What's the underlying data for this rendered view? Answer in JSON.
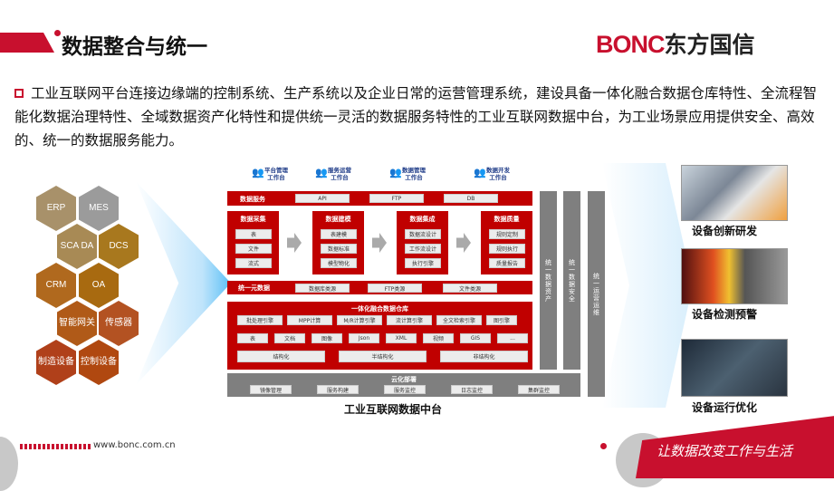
{
  "header": {
    "title": "数据整合与统一",
    "logo_brand": "BONC",
    "logo_cn": "东方国信"
  },
  "intro": "工业互联网平台连接边缘端的控制系统、生产系统以及企业日常的运营管理系统，建设具备一体化融合数据仓库特性、全流程智能化数据治理特性、全域数据资产化特性和提供统一灵活的数据服务特性的工业互联网数据中台，为工业场景应用提供安全、高效的、统一的数据服务能力。",
  "sources": [
    "ERP",
    "MES",
    "SCA DA",
    "DCS",
    "CRM",
    "OA",
    "智能网关",
    "传感器",
    "制造设备",
    "控制设备"
  ],
  "source_colors": [
    "#a8916a",
    "#9b9b9b",
    "#a88a55",
    "#a8781e",
    "#b0691e",
    "#a86a10",
    "#b05a18",
    "#b35222",
    "#b0401a",
    "#b04810"
  ],
  "roles": [
    "平台管理工作台",
    "服务运营工作台",
    "数据管理工作台",
    "数据开发工作台"
  ],
  "data_service": {
    "label": "数据服务",
    "items": [
      "API",
      "FTP",
      "DB"
    ]
  },
  "modules": [
    {
      "title": "数据采集",
      "items": [
        "表",
        "文件",
        "流式"
      ]
    },
    {
      "title": "数据建模",
      "items": [
        "表建模",
        "数据标准",
        "模型物化"
      ]
    },
    {
      "title": "数据集成",
      "items": [
        "数据流设计",
        "工作流设计",
        "执行引擎"
      ]
    },
    {
      "title": "数据质量",
      "items": [
        "规则定制",
        "规则执行",
        "质量报告"
      ]
    }
  ],
  "unified_data": {
    "label": "统一元数据",
    "items": [
      "数据库类源",
      "FTP类源",
      "文件类源"
    ]
  },
  "warehouse": {
    "title": "一体化融合数据仓库",
    "engines": [
      "批处理引擎",
      "MPP计算",
      "M/R计算引擎",
      "流计算引擎",
      "全文检索引擎",
      "图引擎"
    ],
    "types": [
      "表",
      "文档",
      "图像",
      "Json",
      "XML",
      "视频",
      "GIS",
      "..."
    ],
    "structures": [
      "结构化",
      "半结构化",
      "非结构化"
    ]
  },
  "cloud": {
    "label": "云化部署",
    "items": [
      "镜像管理",
      "服务构建",
      "服务监控",
      "日志监控",
      "集群监控"
    ]
  },
  "vertical_bars": [
    "统一数据资产",
    "统一数据安全",
    "统一运营运维"
  ],
  "platform_caption": "工业互联网数据中台",
  "applications": [
    "设备创新研发",
    "设备检测预警",
    "设备运行优化"
  ],
  "footer": {
    "url": "www.bonc.com.cn",
    "slogan": "让数据改变工作与生活"
  }
}
